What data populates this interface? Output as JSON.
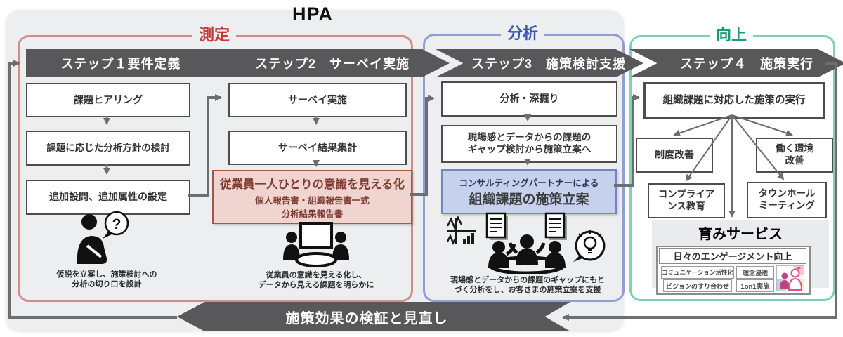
{
  "title": "HPA",
  "phases": [
    {
      "label": "測定"
    },
    {
      "label": "分析"
    },
    {
      "label": "向上"
    }
  ],
  "steps": [
    {
      "banner": "ステップ１要件定義",
      "boxes": [
        "課題ヒアリング",
        "課題に応じた分析方針の検討",
        "追加設問、追加属性の設定"
      ],
      "caption_lines": [
        "仮説を立案し、施策検討への",
        "分析の切り口を設計"
      ]
    },
    {
      "banner": "ステップ2　サーベイ実施",
      "boxes": [
        "サーベイ実施",
        "サーベイ結果集計"
      ],
      "highlight": {
        "line1": "従業員一人ひとりの意識を見える化",
        "line2": "個人報告書・組織報告書一式",
        "line3": "分析結果報告書"
      },
      "caption_lines": [
        "従業員の意識を見える化し、",
        "データから見える課題を明らかに"
      ]
    },
    {
      "banner": "ステップ3　施策検討支援",
      "boxes": [
        "分析・深掘り"
      ],
      "box2_lines": [
        "現場感とデータからの課題の",
        "ギャップ検討から施策立案へ"
      ],
      "highlight": {
        "line1": "コンサルティングパートナーによる",
        "line2": "組織課題の施策立案"
      },
      "caption_lines": [
        "現場感とデータからの課題のギャップにもと",
        "づく分析をし、お客さまの施策立案を支援"
      ]
    },
    {
      "banner": "ステップ４　施策実行",
      "main_box": "組織課題に対応した施策の実行",
      "sub_boxes": [
        [
          "制度改善"
        ],
        [
          "働く環境",
          "改善"
        ],
        [
          "コンプライア",
          "ンス教育"
        ],
        [
          "タウンホール",
          "ミーティング"
        ]
      ],
      "service": {
        "title": "育みサービス",
        "header": "日々のエンゲージメント向上",
        "items": [
          "コミュニケーション活性化",
          "理念浸透",
          "ビジョンのすり合わせ",
          "1on1実施"
        ]
      }
    }
  ],
  "feedback": {
    "label": "施策効果の検証と見直し"
  },
  "icons": {
    "question_mark": "?"
  },
  "colors": {
    "phase_measure_text": "#c13a3a",
    "phase_measure_border": "#d08b8b",
    "phase_analyze_text": "#3a56b0",
    "phase_analyze_border": "#8f9fd6",
    "phase_improve_text": "#1a9c78",
    "phase_improve_border": "#7fd0ba",
    "banner_bg": "#58585b",
    "panel_bg": "#edeef0",
    "highlight_pink_bg": "#f0d4d0",
    "highlight_pink_border": "#a9544a",
    "highlight_blue_bg": "#c7d1ed",
    "highlight_blue_border": "#7386c4",
    "connector_gray": "#6d6e71"
  }
}
